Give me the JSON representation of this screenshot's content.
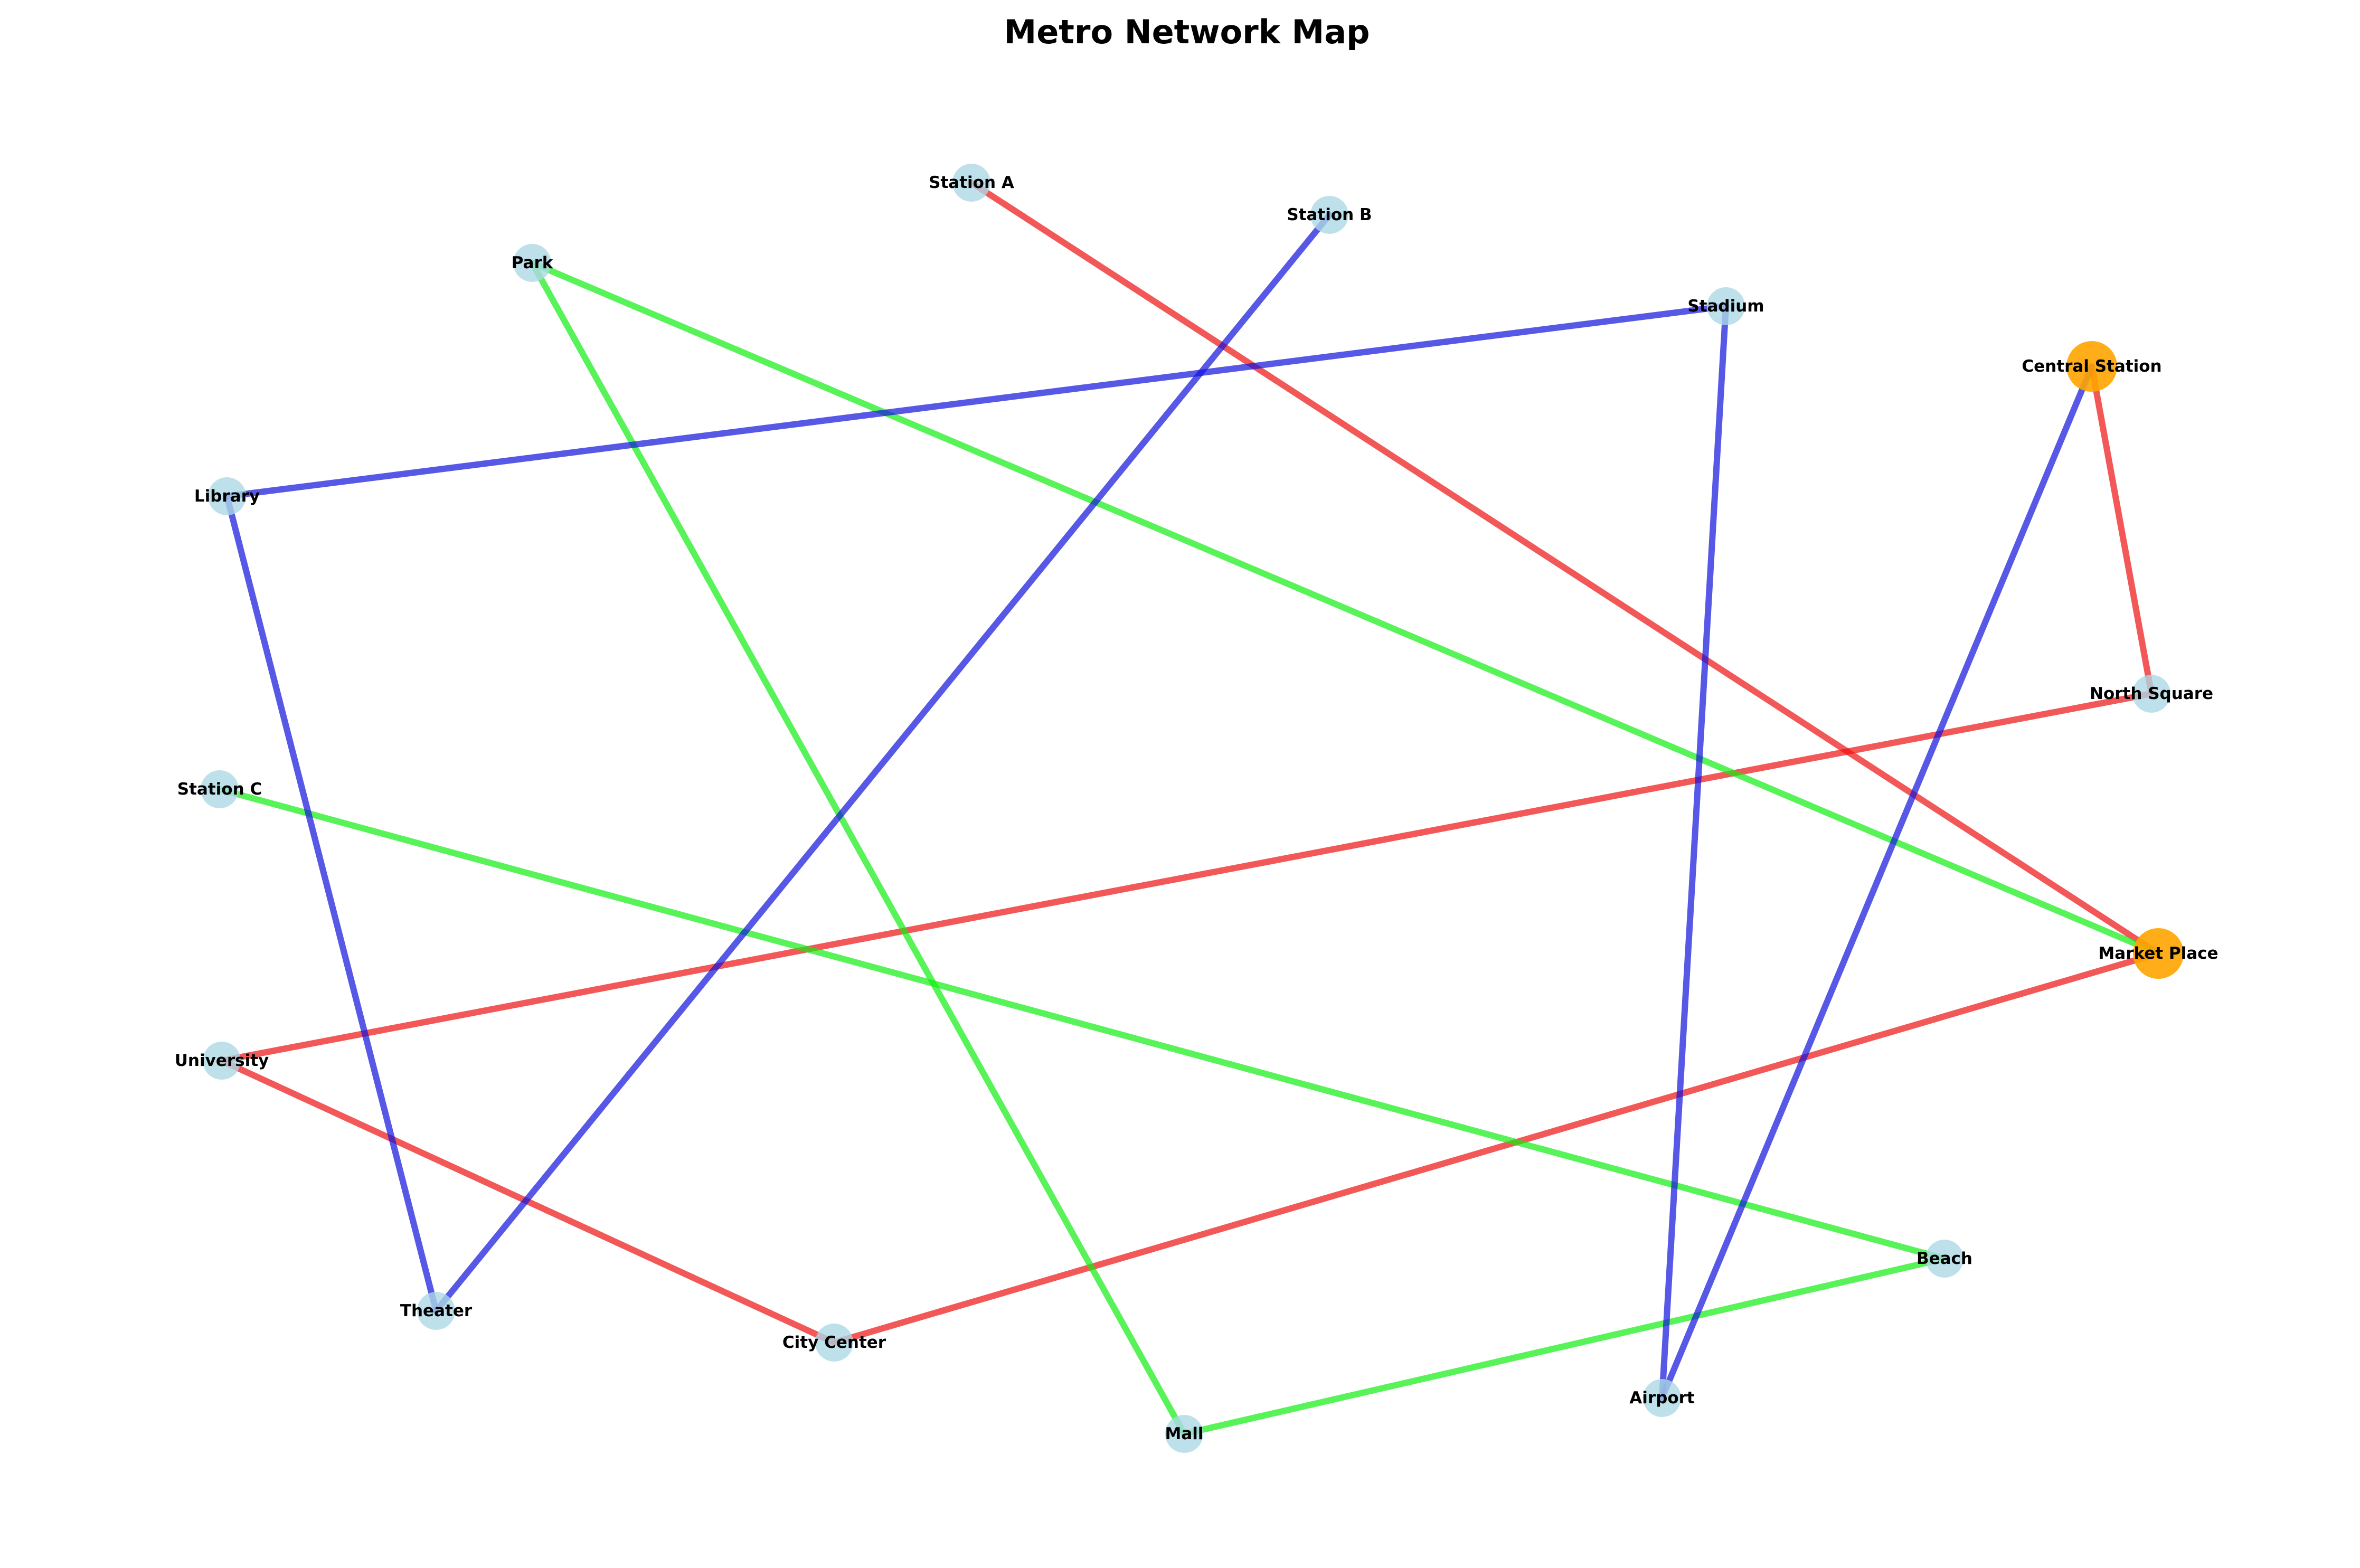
{
  "title": "Metro Network Map",
  "colors": {
    "red_line": "#ee1111",
    "green_line": "#11ee11",
    "blue_line": "#1111dd",
    "station": "#add8e6",
    "hub": "#ffa500"
  },
  "stations": [
    {
      "id": "station-a",
      "label": "Station A",
      "hub": false
    },
    {
      "id": "station-b",
      "label": "Station B",
      "hub": false
    },
    {
      "id": "park",
      "label": "Park",
      "hub": false
    },
    {
      "id": "stadium",
      "label": "Stadium",
      "hub": false
    },
    {
      "id": "central-station",
      "label": "Central Station",
      "hub": true
    },
    {
      "id": "library",
      "label": "Library",
      "hub": false
    },
    {
      "id": "north-square",
      "label": "North Square",
      "hub": false
    },
    {
      "id": "station-c",
      "label": "Station C",
      "hub": false
    },
    {
      "id": "market-place",
      "label": "Market Place",
      "hub": true
    },
    {
      "id": "university",
      "label": "University",
      "hub": false
    },
    {
      "id": "beach",
      "label": "Beach",
      "hub": false
    },
    {
      "id": "theater",
      "label": "Theater",
      "hub": false
    },
    {
      "id": "city-center",
      "label": "City Center",
      "hub": false
    },
    {
      "id": "airport",
      "label": "Airport",
      "hub": false
    },
    {
      "id": "mall",
      "label": "Mall",
      "hub": false
    }
  ],
  "connections": [
    {
      "from": "station-a",
      "to": "market-place",
      "line": "red_line"
    },
    {
      "from": "central-station",
      "to": "north-square",
      "line": "red_line"
    },
    {
      "from": "north-square",
      "to": "university",
      "line": "red_line"
    },
    {
      "from": "university",
      "to": "city-center",
      "line": "red_line"
    },
    {
      "from": "city-center",
      "to": "market-place",
      "line": "red_line"
    },
    {
      "from": "park",
      "to": "market-place",
      "line": "green_line"
    },
    {
      "from": "park",
      "to": "mall",
      "line": "green_line"
    },
    {
      "from": "mall",
      "to": "beach",
      "line": "green_line"
    },
    {
      "from": "station-c",
      "to": "beach",
      "line": "green_line"
    },
    {
      "from": "station-b",
      "to": "theater",
      "line": "blue_line"
    },
    {
      "from": "stadium",
      "to": "library",
      "line": "blue_line"
    },
    {
      "from": "library",
      "to": "theater",
      "line": "blue_line"
    },
    {
      "from": "stadium",
      "to": "airport",
      "line": "blue_line"
    },
    {
      "from": "central-station",
      "to": "airport",
      "line": "blue_line"
    }
  ]
}
